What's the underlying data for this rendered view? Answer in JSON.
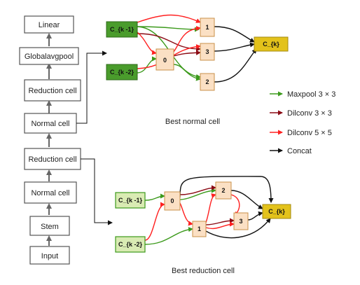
{
  "colors": {
    "maxpool": "#3c9a1c",
    "dilconv3": "#8b0a14",
    "dilconv5": "#ff2020",
    "concat": "#111111",
    "input_node_fill": "#4a9c2c",
    "input_node_fill_light": "#d9ebb3",
    "op_node_fill": "#fbe0c4",
    "op_node_stroke": "#c8914a",
    "output_node_fill": "#e3c21b"
  },
  "backbone": {
    "blocks": [
      "Linear",
      "Globalavgpool",
      "Reduction cell",
      "Normal cell",
      "Reduction cell",
      "Normal cell",
      "Stem",
      "Input"
    ]
  },
  "normal_cell": {
    "caption": "Best normal cell",
    "inputs": [
      "C_{k -1}",
      "C_{k -2}"
    ],
    "nodes": [
      "0",
      "1",
      "2",
      "3"
    ],
    "output": "C_{k}"
  },
  "reduction_cell": {
    "caption": "Best reduction cell",
    "inputs": [
      "C_{k -1}",
      "C_{k -2}"
    ],
    "nodes": [
      "0",
      "1",
      "2",
      "3"
    ],
    "output": "C_{k}"
  },
  "legend": [
    {
      "label": "Maxpool 3 × 3",
      "color": "maxpool"
    },
    {
      "label": "Dilconv 3 × 3",
      "color": "dilconv3"
    },
    {
      "label": "Dilconv 5 × 5",
      "color": "dilconv5"
    },
    {
      "label": "Concat",
      "color": "concat"
    }
  ]
}
